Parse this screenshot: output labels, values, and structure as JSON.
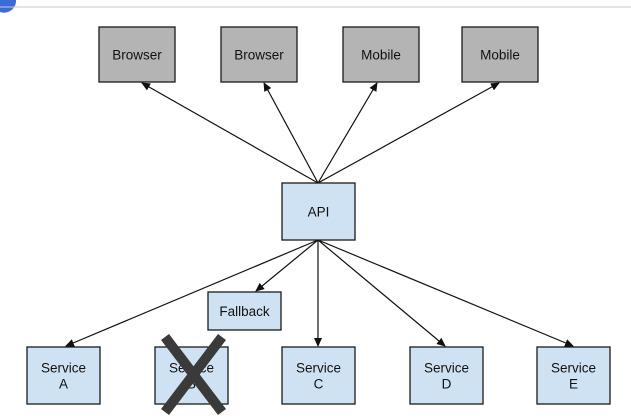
{
  "colors": {
    "client_fill": "#b4b4b4",
    "service_fill": "#cfe2f3",
    "stroke": "#1a1a1a",
    "edge": "#111111",
    "failure_mark": "#3a3a3a",
    "top_ring": "#3b6bd6"
  },
  "clients": [
    {
      "id": "browser-1",
      "label": "Browser"
    },
    {
      "id": "browser-2",
      "label": "Browser"
    },
    {
      "id": "mobile-1",
      "label": "Mobile"
    },
    {
      "id": "mobile-2",
      "label": "Mobile"
    }
  ],
  "api": {
    "id": "api",
    "label": "API"
  },
  "fallback": {
    "id": "fallback",
    "label": "Fallback"
  },
  "services": [
    {
      "id": "service-a",
      "lines": [
        "Service",
        "A"
      ],
      "failed": false
    },
    {
      "id": "service-b",
      "lines": [
        "Service",
        "B"
      ],
      "failed": true
    },
    {
      "id": "service-c",
      "lines": [
        "Service",
        "C"
      ],
      "failed": false
    },
    {
      "id": "service-d",
      "lines": [
        "Service",
        "D"
      ],
      "failed": false
    },
    {
      "id": "service-e",
      "lines": [
        "Service",
        "E"
      ],
      "failed": false
    }
  ],
  "edges": [
    {
      "from": "api",
      "to": "browser-1"
    },
    {
      "from": "api",
      "to": "browser-2"
    },
    {
      "from": "api",
      "to": "mobile-1"
    },
    {
      "from": "api",
      "to": "mobile-2"
    },
    {
      "from": "api",
      "to": "service-a"
    },
    {
      "from": "api",
      "to": "fallback"
    },
    {
      "from": "api",
      "to": "service-c"
    },
    {
      "from": "api",
      "to": "service-d"
    },
    {
      "from": "api",
      "to": "service-e"
    }
  ],
  "failure_icon": "x-mark-icon"
}
